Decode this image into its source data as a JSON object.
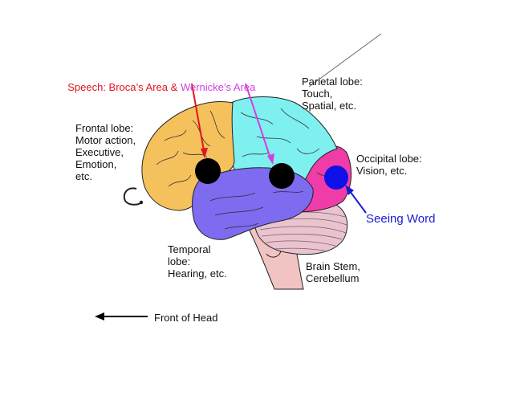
{
  "title_parts": {
    "speech_prefix": "Speech: Broca’s Area",
    "ampersand": " & ",
    "wernicke": "Wernicke’s Area"
  },
  "labels": {
    "frontal": "Frontal lobe:\nMotor action,\nExecutive,\nEmotion,\netc.",
    "parietal": "Parietal lobe:\nTouch,\nSpatial, etc.",
    "occipital": "Occipital lobe:\nVision, etc.",
    "temporal": "Temporal\nlobe:\nHearing, etc.",
    "brainstem": "Brain Stem,\nCerebellum",
    "seeing_word": "Seeing Word",
    "front_of_head": "Front of Head"
  },
  "colors": {
    "frontal": "#f5c15c",
    "parietal": "#7ff0f0",
    "occipital": "#f03ca8",
    "temporal": "#7d6cf0",
    "cerebellum": "#e8c4cf",
    "brainstem": "#f2c3c3",
    "broca": "#e0151f",
    "wernicke": "#d43fe0",
    "seeing_word": "#1a1ad6",
    "area_dot": "#000000",
    "vision_dot": "#1010e8"
  }
}
